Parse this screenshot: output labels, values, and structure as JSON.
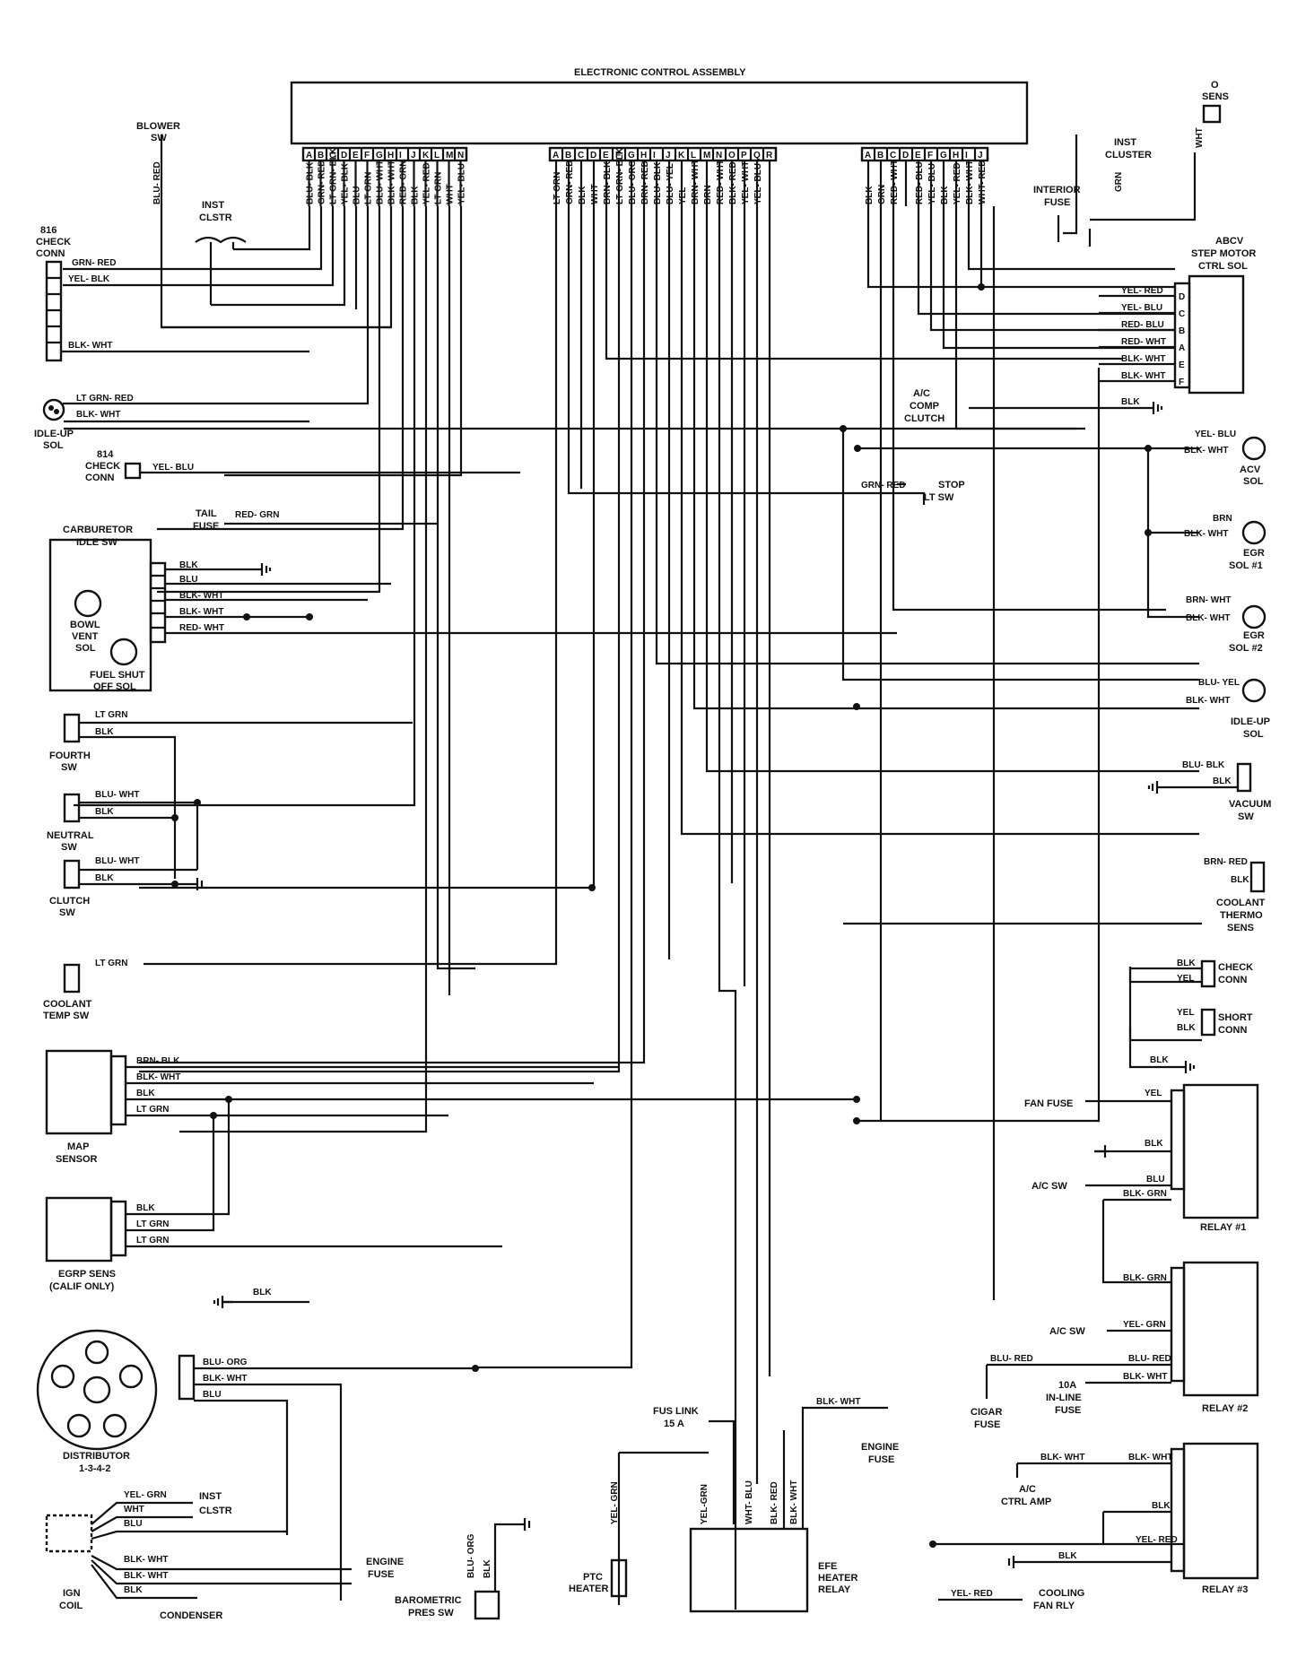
{
  "ecu": {
    "title": "ELECTRONIC CONTROL ASSEMBLY",
    "conn1": {
      "pins": [
        "A",
        "B",
        "C",
        "D",
        "E",
        "F",
        "G",
        "H",
        "I",
        "J",
        "K",
        "L",
        "M",
        "N"
      ],
      "wires": [
        "BLU- BLK",
        "GRN- RED",
        "LT GRN- BLK",
        "YEL- BLK",
        "BLU",
        "LT GRN",
        "BLU- WHT",
        "BLK- WHT",
        "RED- GRN",
        "BLK",
        "YEL- RED",
        "LT GRN",
        "WHT",
        "YEL- BLU"
      ]
    },
    "conn2": {
      "pins": [
        "A",
        "B",
        "C",
        "D",
        "E",
        "F",
        "G",
        "H",
        "I",
        "J",
        "K",
        "L",
        "M",
        "N",
        "O",
        "P",
        "Q",
        "R"
      ],
      "wires": [
        "LT GRN",
        "GRN- RED",
        "BLK",
        "WHT",
        "BRN- BLK",
        "LT GRN- BLK",
        "BLU- ORG",
        "BRN- RED",
        "BLU- BLK",
        "BLU- YEL",
        "YEL",
        "BRN- WHT",
        "BRN",
        "RED- WHT",
        "BLK- RED",
        "YEL- WHT",
        "YEL- BLU",
        ""
      ]
    },
    "conn3": {
      "pins": [
        "A",
        "B",
        "C",
        "D",
        "E",
        "F",
        "G",
        "H",
        "I",
        "J"
      ],
      "wires": [
        "BLK",
        "GRN",
        "RED- WHT",
        "",
        "RED- BLU",
        "YEL- BLU",
        "BLK",
        "YEL- RED",
        "BLK- WHT",
        "WHT- RED"
      ]
    }
  },
  "labels": {
    "blower_sw": [
      "BLOWER",
      "SW"
    ],
    "blu_red": "BLU- RED",
    "inst_clstr_top": [
      "INST",
      "CLSTR"
    ],
    "check_conn_816": [
      "816",
      "CHECK",
      "CONN"
    ],
    "grn_red": "GRN- RED",
    "yel_blk": "YEL- BLK",
    "blk_wht": "BLK- WHT",
    "lt_grn_red": "LT GRN- RED",
    "idle_up_sol_left": [
      "IDLE-UP",
      "SOL"
    ],
    "check_conn_814": [
      "814",
      "CHECK",
      "CONN"
    ],
    "yel_blu": "YEL- BLU",
    "tail_fuse": [
      "TAIL",
      "FUSE"
    ],
    "red_grn": "RED- GRN",
    "carburetor": [
      "CARBURETOR",
      "IDLE SW"
    ],
    "carb_wires": [
      "BLK",
      "BLU",
      "BLK- WHT",
      "BLK- WHT",
      "RED- WHT"
    ],
    "bowl_vent": [
      "BOWL",
      "VENT",
      "SOL"
    ],
    "fuel_shut": [
      "FUEL SHUT",
      "OFF SOL"
    ],
    "fourth_sw": [
      "FOURTH",
      "SW"
    ],
    "fourth_wires": [
      "LT GRN",
      "BLK"
    ],
    "neutral_sw": [
      "NEUTRAL",
      "SW"
    ],
    "neutral_wires": [
      "BLU- WHT",
      "BLK"
    ],
    "clutch_sw": [
      "CLUTCH",
      "SW"
    ],
    "clutch_wires": [
      "BLU- WHT",
      "BLK"
    ],
    "coolant_temp_sw": [
      "COOLANT",
      "TEMP SW"
    ],
    "coolant_temp_wire": "LT GRN",
    "map_sensor": [
      "MAP",
      "SENSOR"
    ],
    "map_wires": [
      "BRN- BLK",
      "BLK- WHT",
      "BLK",
      "LT GRN"
    ],
    "egrp_sens": [
      "EGRP SENS",
      "(CALIF ONLY)"
    ],
    "egrp_wires": [
      "BLK",
      "LT GRN",
      "LT GRN"
    ],
    "ground_blk": "BLK",
    "distributor": [
      "DISTRIBUTOR",
      "1-3-4-2"
    ],
    "dist_wires": [
      "BLU- ORG",
      "BLK- WHT",
      "BLU"
    ],
    "ign_coil": [
      "IGN",
      "COIL"
    ],
    "coil_wires": [
      "YEL- GRN",
      "WHT",
      "BLU",
      "BLK- WHT",
      "BLK- WHT",
      "BLK"
    ],
    "inst_clstr_bottom": [
      "INST",
      "CLSTR"
    ],
    "engine_fuse_bottom": [
      "ENGINE",
      "FUSE"
    ],
    "condenser": "CONDENSER",
    "baro": [
      "BAROMETRIC",
      "PRES SW"
    ],
    "baro_wires": [
      "BLU- ORG",
      "BLK"
    ],
    "ptc_heater": [
      "PTC",
      "HEATER"
    ],
    "yel_grn": "YEL- GRN",
    "fus_link": [
      "FUS LINK",
      "15 A"
    ],
    "efe_relay": [
      "EFE",
      "HEATER",
      "RELAY"
    ],
    "efe_wires": [
      "YEL-GRN",
      "WHT- BLU",
      "BLK- RED",
      "BLK- WHT"
    ],
    "engine_fuse_mid": [
      "ENGINE",
      "FUSE"
    ],
    "blk_wht_mid": "BLK- WHT",
    "o2_sens": [
      "O",
      "SENS"
    ],
    "wht": "WHT",
    "inst_cluster_right": [
      "INST",
      "CLUSTER"
    ],
    "interior_fuse": [
      "INTERIOR",
      "FUSE"
    ],
    "grn": "GRN",
    "abcv": [
      "ABCV",
      "STEP MOTOR",
      "CTRL SOL"
    ],
    "abcv_pins": [
      "D",
      "C",
      "B",
      "A",
      "E",
      "F"
    ],
    "abcv_wires": [
      "YEL- RED",
      "YEL- BLU",
      "RED- BLU",
      "RED- WHT",
      "BLK- WHT",
      "BLK- WHT"
    ],
    "ac_comp": [
      "A/C",
      "COMP",
      "CLUTCH"
    ],
    "blk": "BLK",
    "acv_sol": [
      "ACV",
      "SOL"
    ],
    "acv_wires": [
      "YEL- BLU",
      "BLK- WHT"
    ],
    "stop_lt_sw": [
      "STOP",
      "LT SW"
    ],
    "egr1": [
      "EGR",
      "SOL #1"
    ],
    "egr1_wires": [
      "BRN",
      "BLK- WHT"
    ],
    "egr2": [
      "EGR",
      "SOL #2"
    ],
    "egr2_wires": [
      "BRN- WHT",
      "BLK- WHT"
    ],
    "idle_up_right": [
      "IDLE-UP",
      "SOL"
    ],
    "idle_up_right_wires": [
      "BLU- YEL",
      "BLK- WHT"
    ],
    "vacuum_sw": [
      "VACUUM",
      "SW"
    ],
    "vacuum_wires": [
      "BLU- BLK",
      "BLK"
    ],
    "coolant_thermo": [
      "COOLANT",
      "THERMO",
      "SENS"
    ],
    "thermo_wires": [
      "BRN- RED",
      "BLK"
    ],
    "check_conn_r": [
      "CHECK",
      "CONN"
    ],
    "short_conn": [
      "SHORT",
      "CONN"
    ],
    "conn_wires": [
      "BLK",
      "YEL",
      "YEL",
      "BLK",
      "BLK"
    ],
    "fan_fuse": "FAN FUSE",
    "relay1": "RELAY #1",
    "relay1_wires": [
      "YEL",
      "BLK",
      "BLU",
      "BLK- GRN"
    ],
    "ac_sw": "A/C SW",
    "relay2": "RELAY #2",
    "relay2_wires": [
      "BLK- GRN",
      "YEL- GRN",
      "BLU- RED",
      "BLK- WHT"
    ],
    "ac_sw2": "A/C SW",
    "blu_red2": "BLU- RED",
    "cigar_fuse": [
      "CIGAR",
      "FUSE"
    ],
    "inline_fuse": [
      "10A",
      "IN-LINE",
      "FUSE"
    ],
    "relay3": "RELAY #3",
    "relay3_wires": [
      "BLK- WHT",
      "BLK- WHT",
      "BLK",
      "YEL- RED",
      "BLK"
    ],
    "ac_ctrl_amp": [
      "A/C",
      "CTRL AMP"
    ],
    "cooling_fan": [
      "COOLING",
      "FAN RLY"
    ],
    "yel_red": "YEL- RED"
  }
}
